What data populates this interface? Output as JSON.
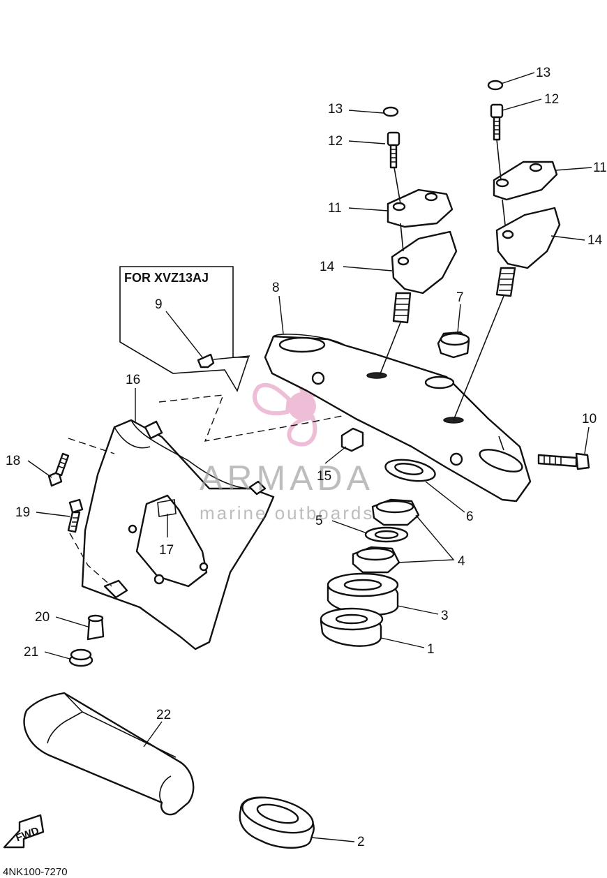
{
  "diagram": {
    "variant_note": "FOR XVZ13AJ",
    "drawing_code": "4NK100-7270",
    "watermark": {
      "brand": "ARMADA",
      "tagline": "marine outboards"
    },
    "fwd_arrow_label": "FWD",
    "callouts": {
      "c1": "1",
      "c2": "2",
      "c3": "3",
      "c4": "4",
      "c5": "5",
      "c6": "6",
      "c7": "7",
      "c8": "8",
      "c9": "9",
      "c10": "10",
      "c11a": "11",
      "c11b": "11",
      "c12a": "12",
      "c12b": "12",
      "c13a": "13",
      "c13b": "13",
      "c14a": "14",
      "c14b": "14",
      "c15": "15",
      "c16": "16",
      "c17": "17",
      "c18": "18",
      "c19": "19",
      "c20": "20",
      "c21": "21",
      "c22": "22"
    },
    "colors": {
      "watermark_pink": "#e9a7c9",
      "line": "#111111"
    }
  }
}
